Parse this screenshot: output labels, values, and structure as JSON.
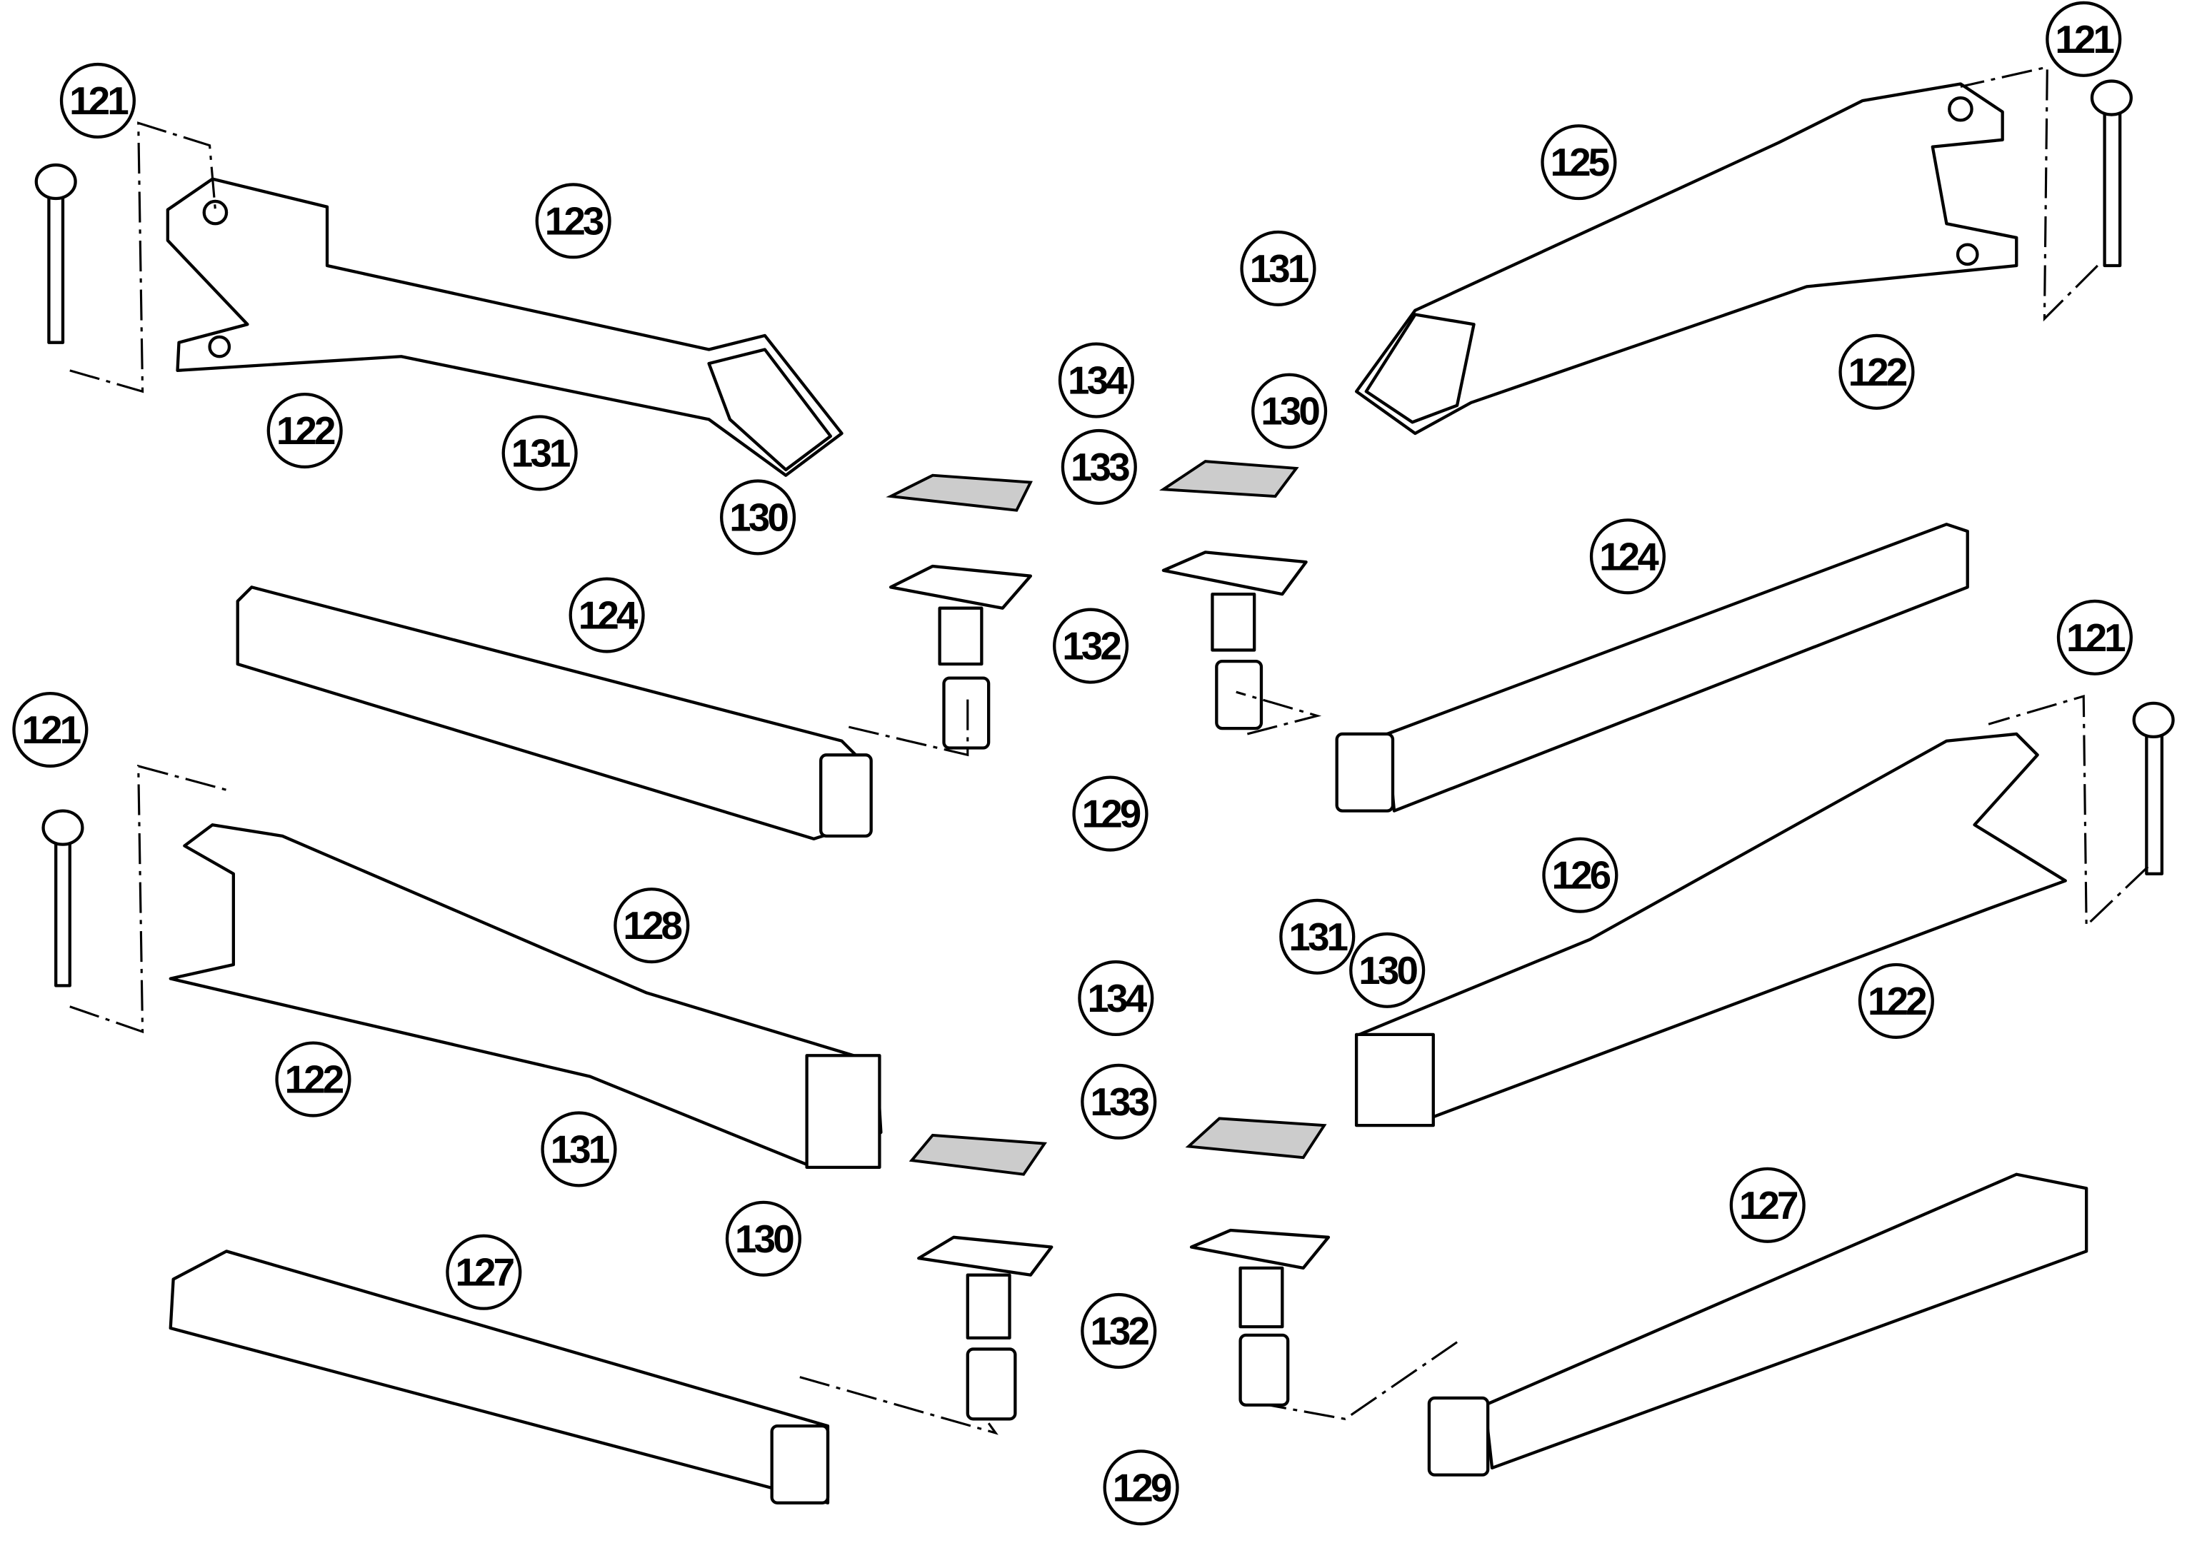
{
  "diagram": {
    "type": "exploded parts diagram",
    "callouts": [
      "121",
      "123",
      "125",
      "121",
      "131",
      "130",
      "122",
      "122",
      "131",
      "130",
      "134",
      "133",
      "124",
      "132",
      "124",
      "121",
      "121",
      "129",
      "128",
      "126",
      "131",
      "130",
      "122",
      "122",
      "134",
      "133",
      "131",
      "130",
      "127",
      "127",
      "132",
      "129"
    ]
  }
}
